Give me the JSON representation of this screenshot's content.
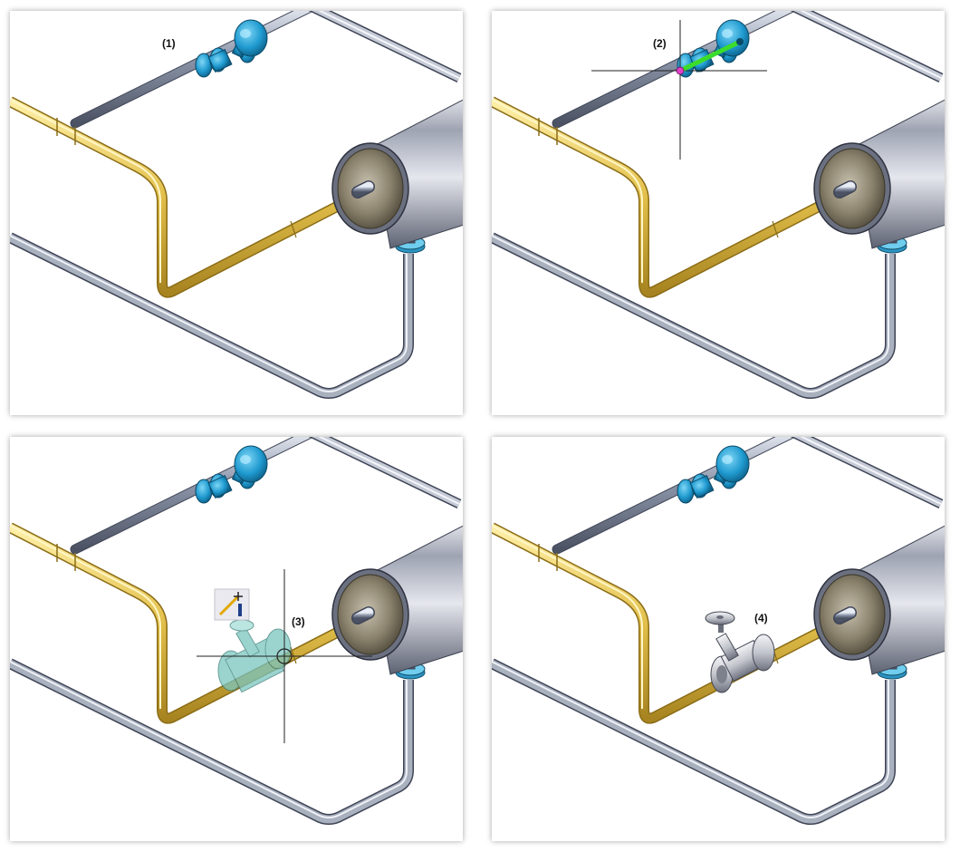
{
  "panels": [
    {
      "id": "p1",
      "label": "(1)"
    },
    {
      "id": "p2",
      "label": "(2)"
    },
    {
      "id": "p3",
      "label": "(3)"
    },
    {
      "id": "p4",
      "label": "(4)"
    }
  ],
  "colors": {
    "yellow_pipe": "#e2bf4a",
    "steel_pipe": "#9aa3b5",
    "blue_valve": "#2aa7d8",
    "tank": "#b9bcc6",
    "highlight_green": "#3bdc2a",
    "ghost_valve": "#7ac6c0",
    "grey_valve": "#c7c9cf"
  },
  "icons": [
    "insert-part-icon"
  ]
}
